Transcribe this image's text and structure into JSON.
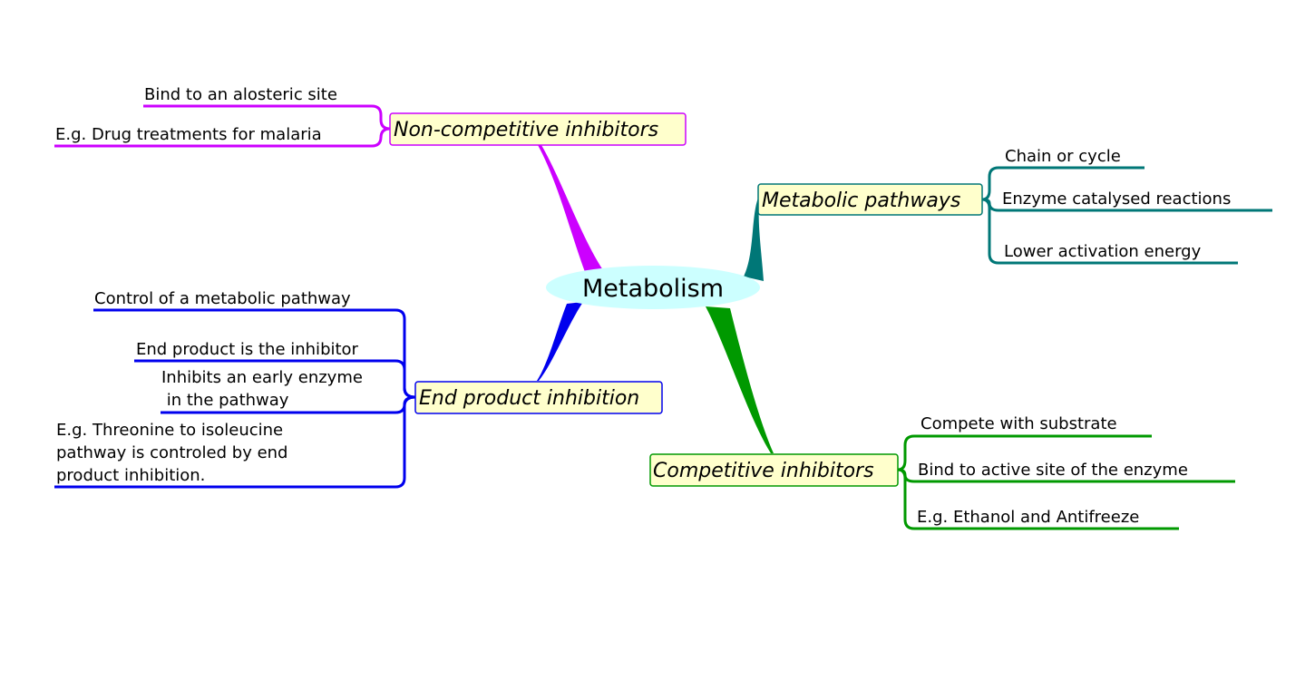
{
  "center": {
    "label": "Metabolism",
    "fill": "#ccffff"
  },
  "node_fill": "#ffffcc",
  "branches": {
    "noncompetitive": {
      "label": "Non-competitive inhibitors",
      "color": "#cc00ff",
      "children": [
        "Bind to an alosteric site",
        "E.g. Drug treatments for malaria"
      ]
    },
    "pathways": {
      "label": "Metabolic pathways",
      "color": "#007777",
      "children": [
        "Chain or cycle",
        "Enzyme catalysed reactions",
        "Lower activation energy"
      ]
    },
    "endproduct": {
      "label": "End product inhibition",
      "color": "#0000ee",
      "children": [
        "Control of a metabolic pathway",
        "End product is the inhibitor",
        [
          "Inhibits an early enzyme",
          " in the pathway"
        ],
        [
          "E.g. Threonine to isoleucine",
          "pathway is controled by end",
          "product inhibition."
        ]
      ]
    },
    "competitive": {
      "label": "Competitive inhibitors",
      "color": "#009900",
      "children": [
        "Compete with substrate",
        "Bind to active site of the enzyme",
        "E.g. Ethanol and Antifreeze"
      ]
    }
  }
}
